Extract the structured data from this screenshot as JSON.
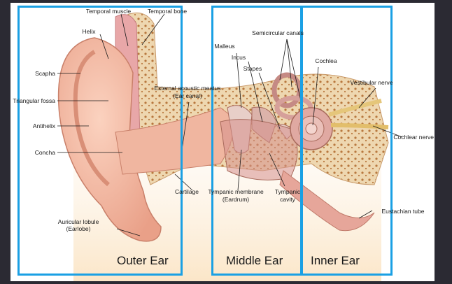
{
  "labels": {
    "temporal_muscle": "Temporal muscle",
    "temporal_bone": "Temporal bone",
    "helix": "Helix",
    "scapha": "Scapha",
    "triangular_fossa": "Triangular fossa",
    "antihelix": "Antihelix",
    "concha": "Concha",
    "auricular_lobule": "Auricular lobule",
    "earlobe": "(Earlobe)",
    "external_meatus": "External acoustic meatus",
    "ear_canal": "(Ear canal)",
    "cartilage": "Cartilage",
    "malleus": "Malleus",
    "incus": "Incus",
    "stapes": "Stapes",
    "semicircular_canals": "Semicircular canals",
    "cochlea": "Cochlea",
    "vestibular_nerve": "Vestibular nerve",
    "cochlear_nerve": "Cochlear nerve",
    "tympanic_membrane": "Tympanic membrane",
    "eardrum": "(Eardrum)",
    "tympanic_cavity_1": "Tympanic",
    "tympanic_cavity_2": "cavity",
    "eustachian_tube": "Eustachian tube"
  },
  "sections": {
    "outer": "Outer Ear",
    "middle": "Middle Ear",
    "inner": "Inner Ear"
  },
  "colors": {
    "frame": "#1aa0e4",
    "skin": "#f2b8a0",
    "bone": "#eed7b0"
  }
}
